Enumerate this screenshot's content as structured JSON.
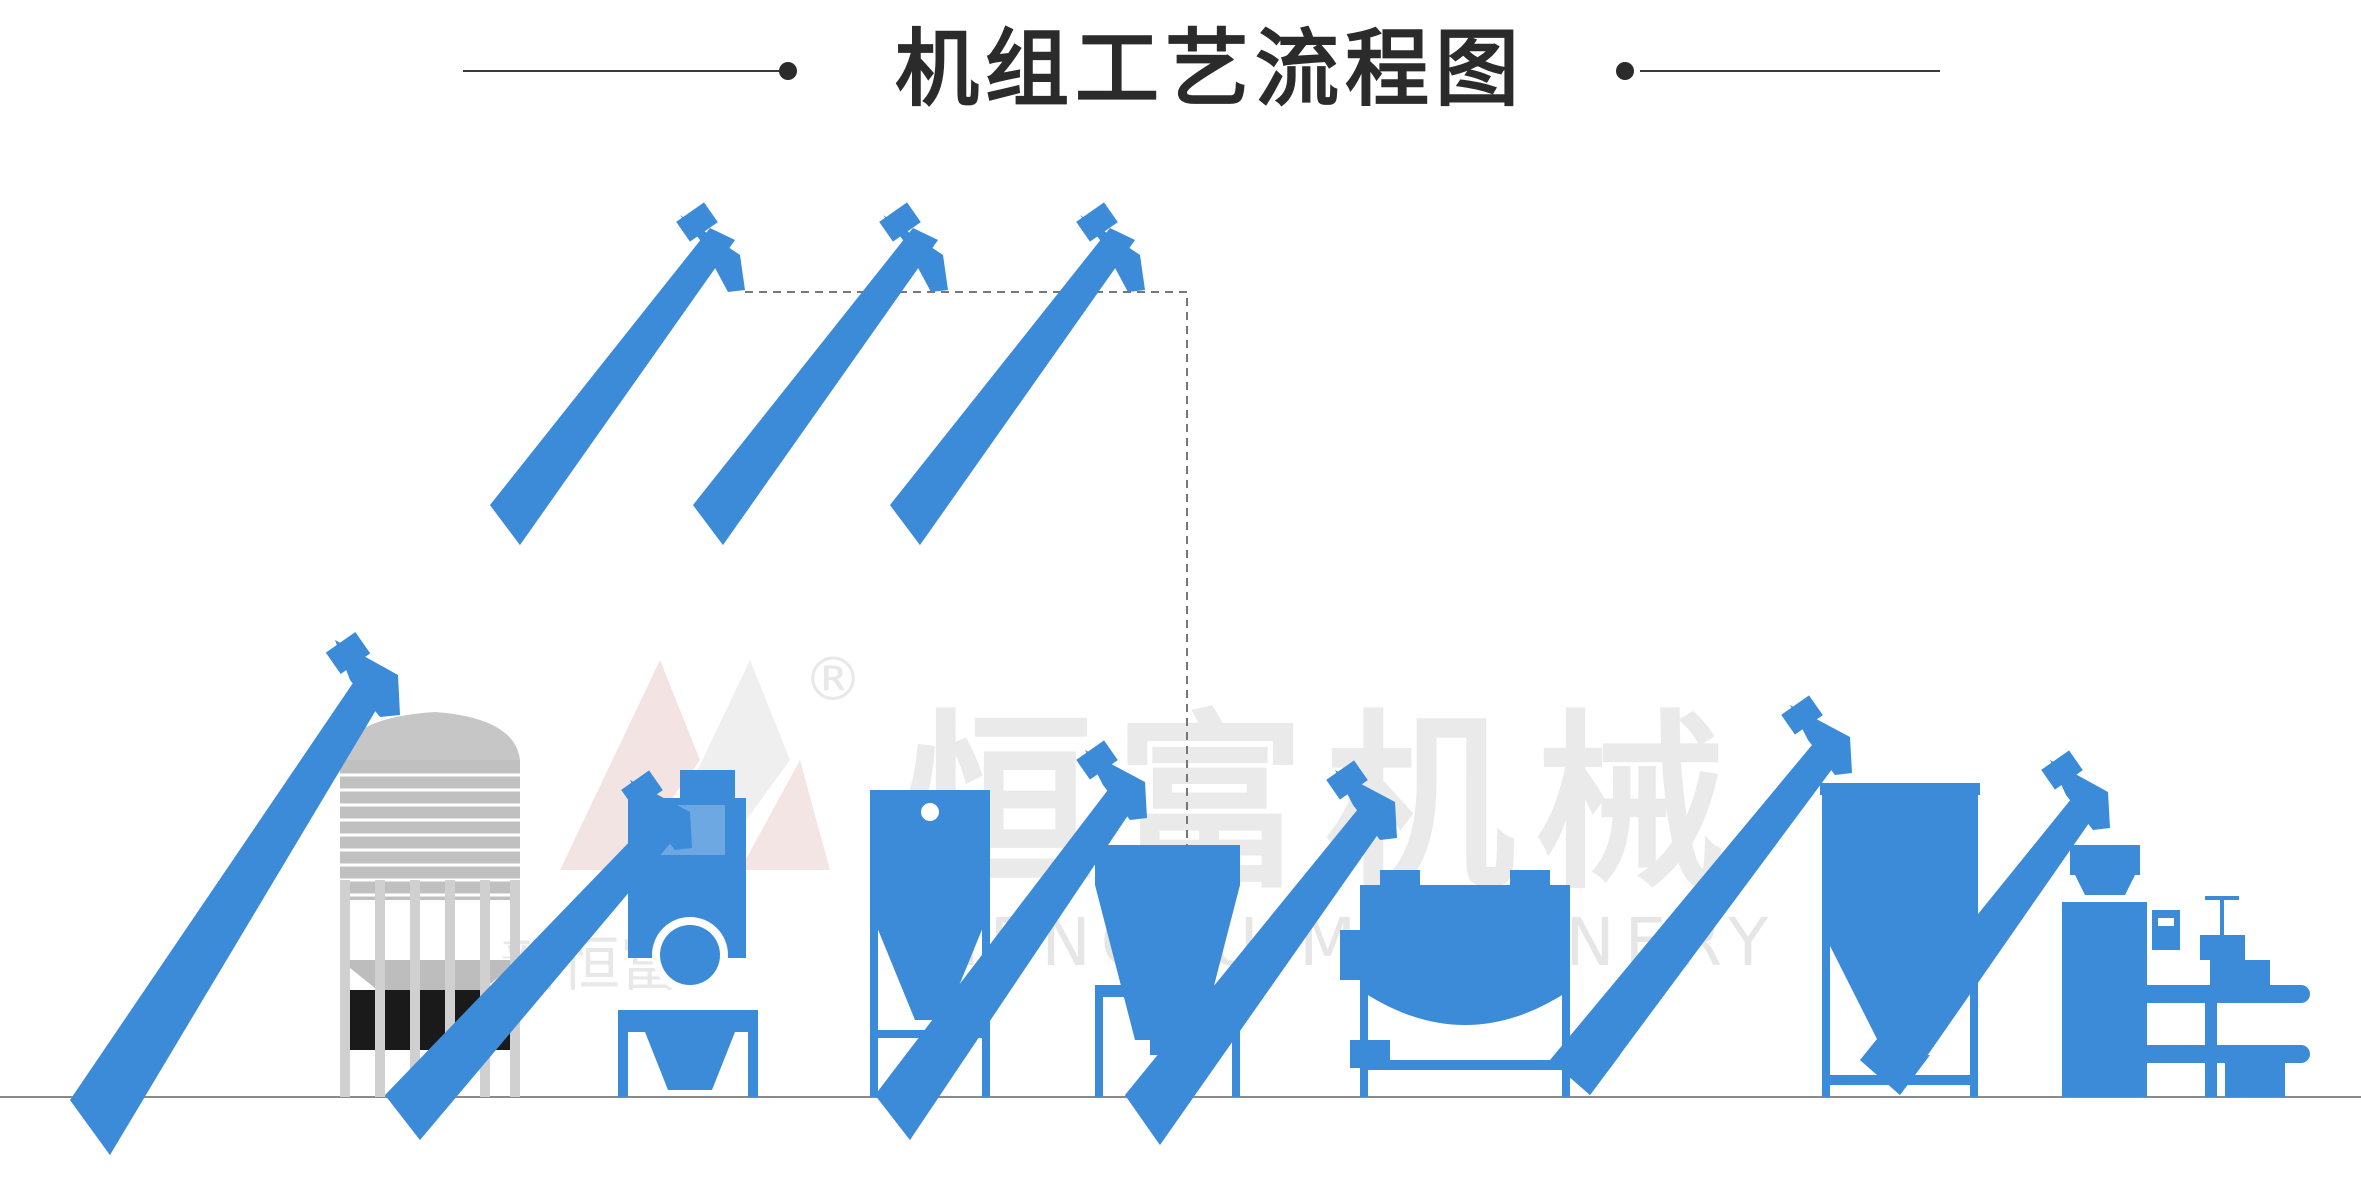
{
  "title": "机组工艺流程图",
  "watermark": {
    "brand_cn": "恒富机械",
    "brand_en": "HENGFU MACHINERY",
    "small_cn": "新恒富",
    "registered": "®"
  },
  "colors": {
    "equipment": "#3c8bd9",
    "silo": "#bcbcbc",
    "title_text": "#2b2b2b",
    "ground_line": "#8a8a8a"
  },
  "equipment_icons": [
    "upper-screw-conveyor-icon",
    "upper-screw-conveyor-icon",
    "upper-screw-conveyor-icon",
    "screw-conveyor-icon",
    "storage-silo-icon",
    "crusher-icon",
    "mixing-tank-icon",
    "buffer-hopper-icon",
    "horizontal-mixer-icon",
    "finished-product-silo-icon",
    "packing-machine-icon"
  ]
}
